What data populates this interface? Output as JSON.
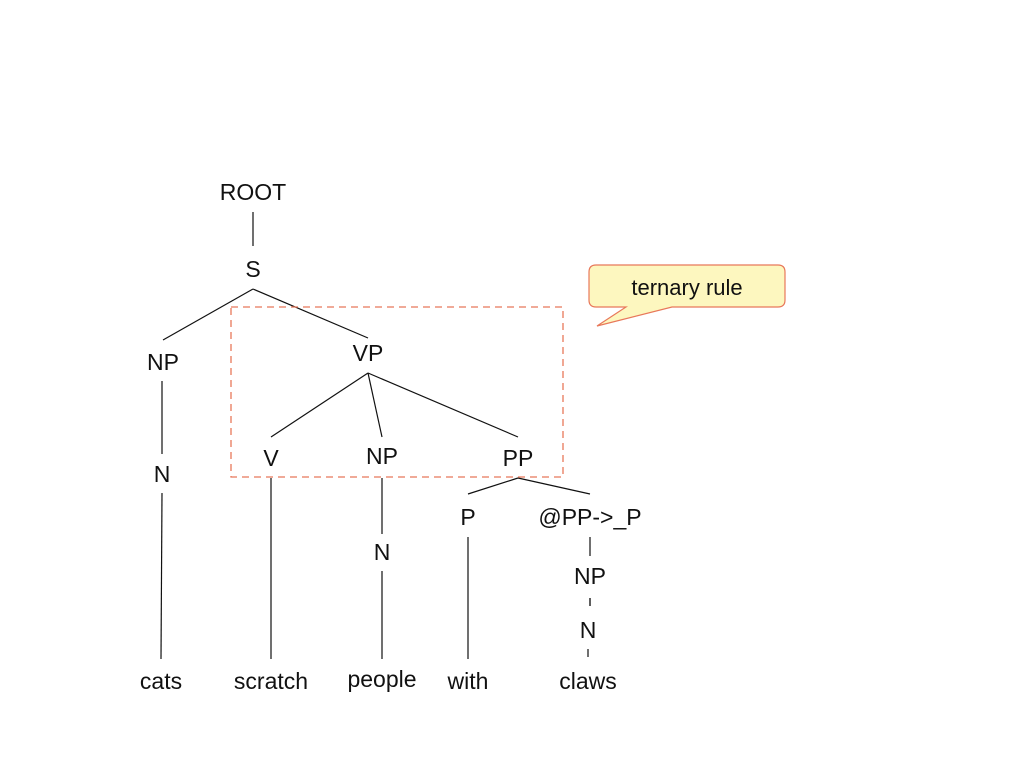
{
  "tree": {
    "nodes": {
      "root": "ROOT",
      "s": "S",
      "np_subject": "NP",
      "vp": "VP",
      "n_subject": "N",
      "v": "V",
      "np_object": "NP",
      "pp": "PP",
      "n_object": "N",
      "p": "P",
      "pp_bar": "@PP->_P",
      "np_pp": "NP",
      "n_pp": "N"
    },
    "words": {
      "cats": "cats",
      "scratch": "scratch",
      "people": "people",
      "with": "with",
      "claws": "claws"
    },
    "edges": [
      [
        "root",
        "s"
      ],
      [
        "s",
        "np_subject"
      ],
      [
        "s",
        "vp"
      ],
      [
        "np_subject",
        "n_subject"
      ],
      [
        "n_subject",
        "cats"
      ],
      [
        "vp",
        "v"
      ],
      [
        "vp",
        "np_object"
      ],
      [
        "vp",
        "pp"
      ],
      [
        "v",
        "scratch"
      ],
      [
        "np_object",
        "n_object"
      ],
      [
        "n_object",
        "people"
      ],
      [
        "pp",
        "p"
      ],
      [
        "pp",
        "pp_bar"
      ],
      [
        "p",
        "with"
      ],
      [
        "pp_bar",
        "np_pp"
      ],
      [
        "np_pp",
        "n_pp"
      ],
      [
        "n_pp",
        "claws"
      ]
    ]
  },
  "callout": {
    "text": "ternary rule"
  },
  "colors": {
    "highlight": "#e8785a",
    "callout_fill": "#fdf7bf",
    "ink": "#111111"
  }
}
